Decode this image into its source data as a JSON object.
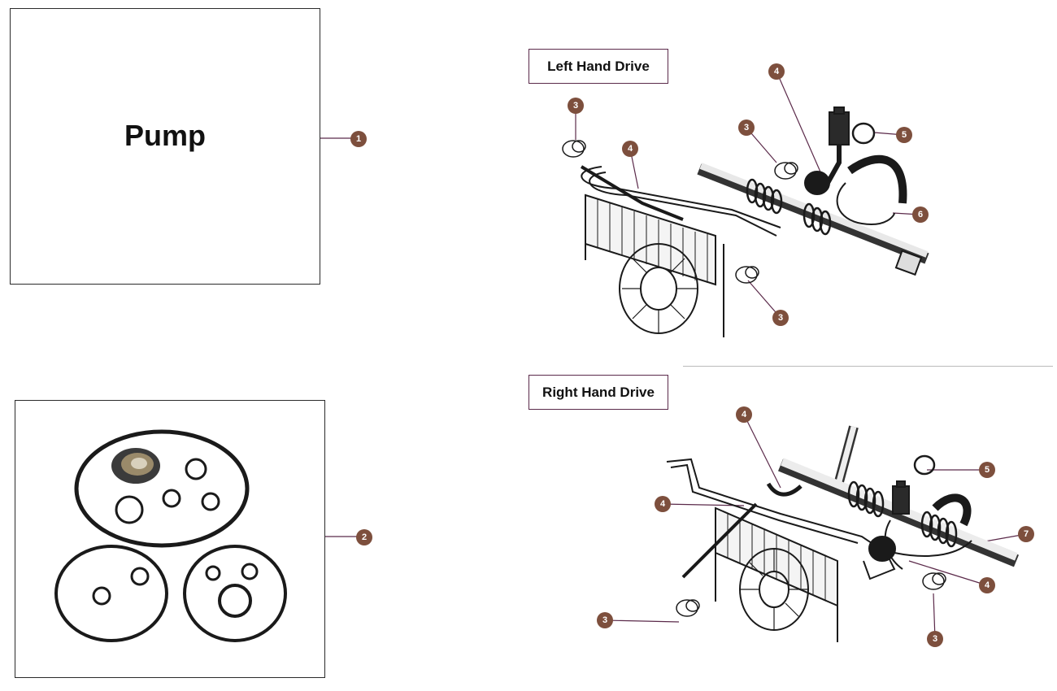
{
  "pump_box": {
    "title": "Pump"
  },
  "sections": {
    "lhd": {
      "label": "Left Hand Drive"
    },
    "rhd": {
      "label": "Right Hand Drive"
    }
  },
  "callouts": {
    "c1": "1",
    "c2": "2",
    "lhd_3a": "3",
    "lhd_4a": "4",
    "lhd_3b": "3",
    "lhd_4b": "4",
    "lhd_5": "5",
    "lhd_6": "6",
    "lhd_3c": "3",
    "rhd_4a": "4",
    "rhd_5": "5",
    "rhd_4b": "4",
    "rhd_7": "7",
    "rhd_4c": "4",
    "rhd_3a": "3",
    "rhd_3b": "3"
  },
  "colors": {
    "callout": "#7d4f3d",
    "label_border": "#5b2a4a",
    "leader": "#5b2a4a"
  }
}
